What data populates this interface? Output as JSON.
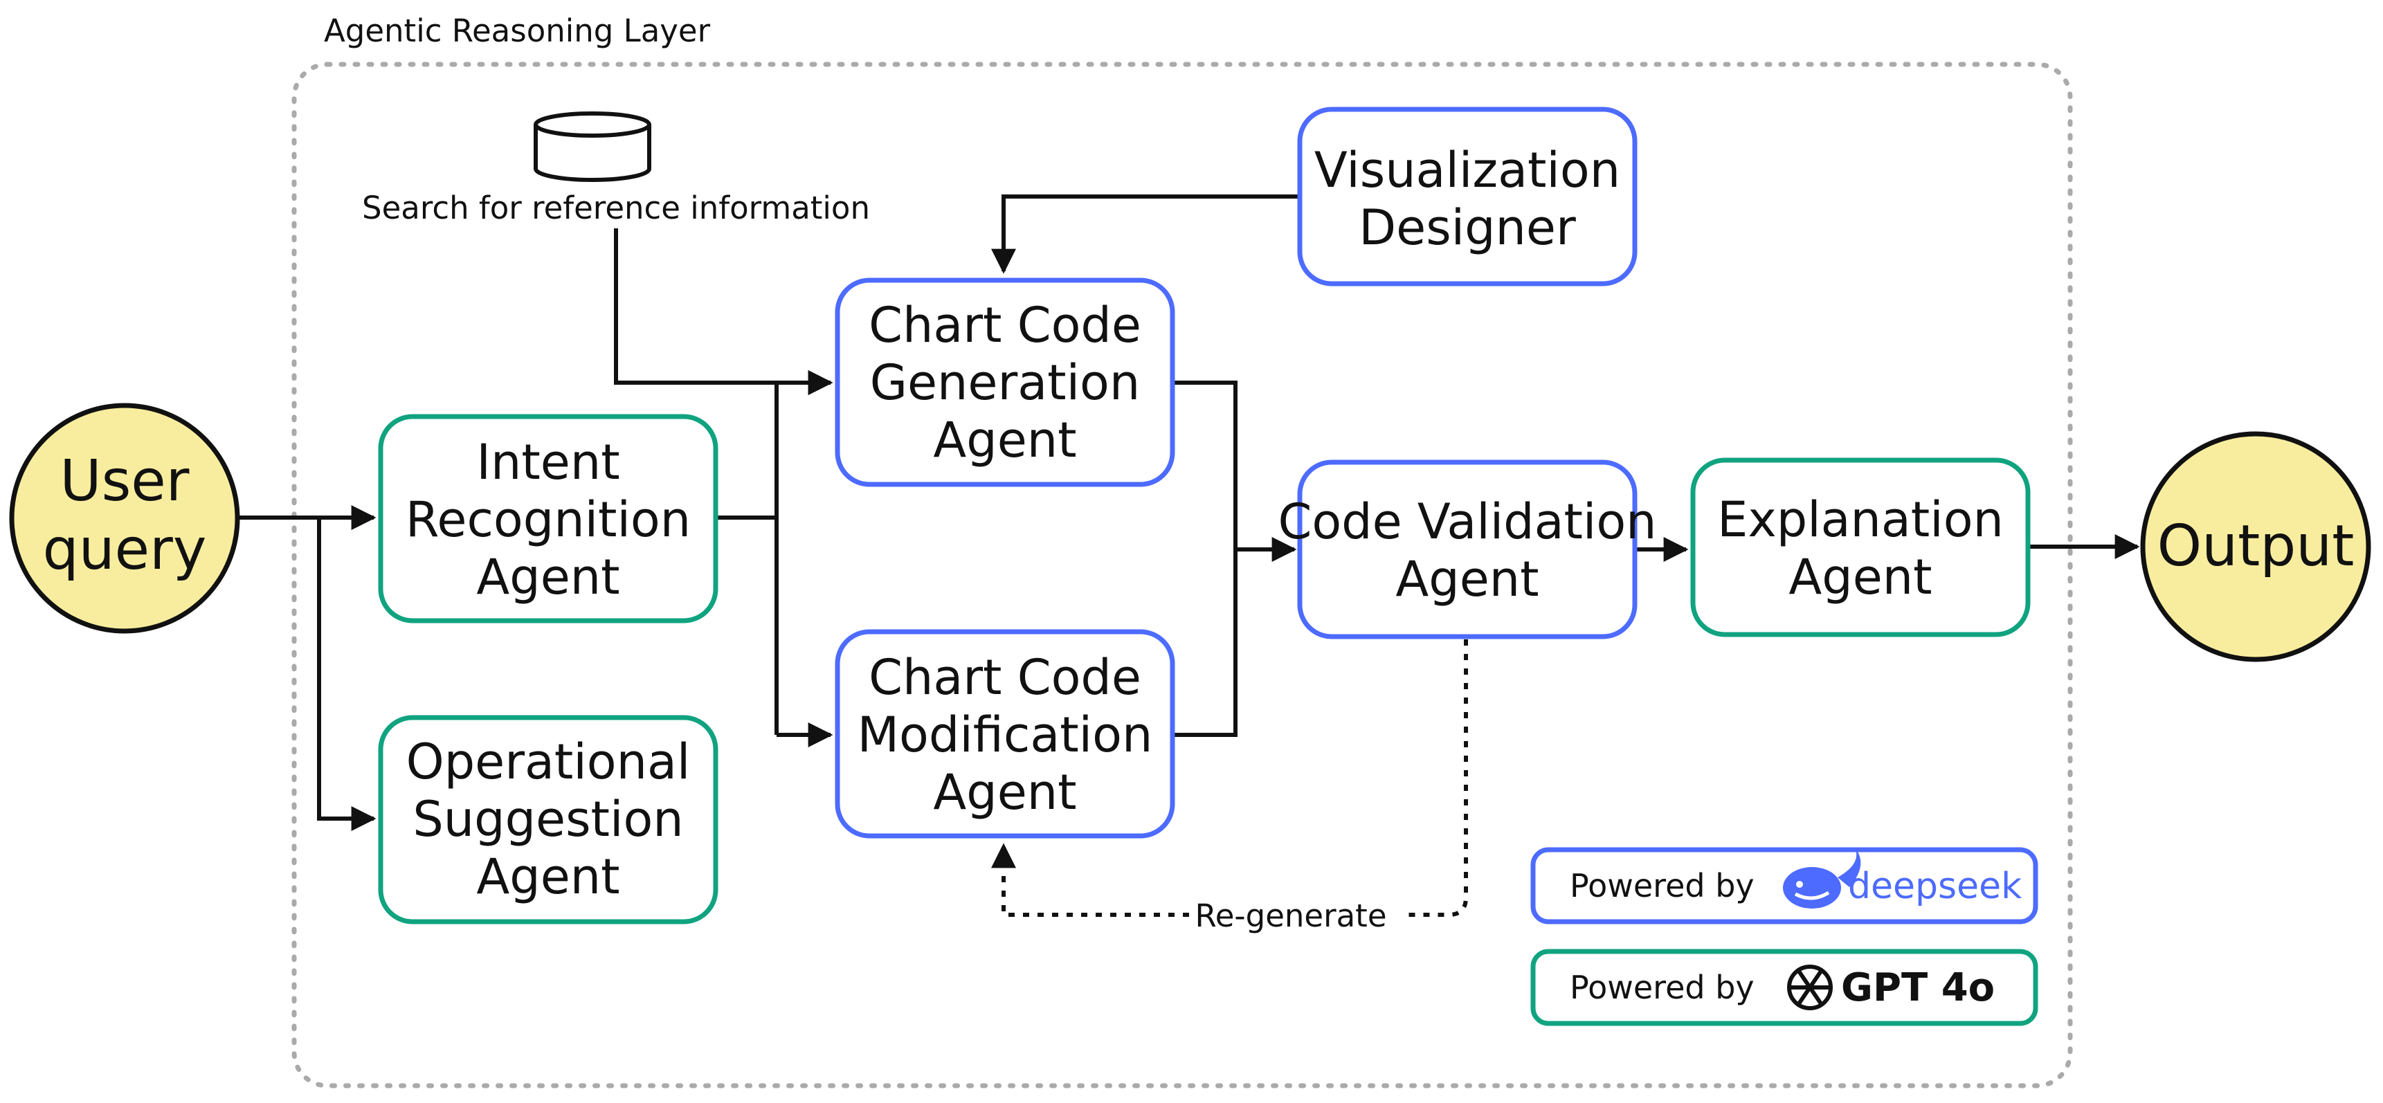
{
  "layer_label": "Agentic Reasoning Layer",
  "colors": {
    "deepseek_blue": "#4D6BFE",
    "gpt_green": "#10A37F",
    "circle_fill": "#F8ED9E",
    "line": "#111111",
    "dashed_border": "#AAAAAA"
  },
  "user_query": [
    "User",
    "query"
  ],
  "output": "Output",
  "database_label": "Search for reference information",
  "nodes": {
    "intent": [
      "Intent",
      "Recognition",
      "Agent"
    ],
    "operational": [
      "Operational",
      "Suggestion",
      "Agent"
    ],
    "generation": [
      "Chart Code",
      "Generation",
      "Agent"
    ],
    "modification": [
      "Chart Code",
      "Modification",
      "Agent"
    ],
    "designer": [
      "Visualization",
      "Designer"
    ],
    "validation": [
      "Code Validation",
      "Agent"
    ],
    "explanation": [
      "Explanation",
      "Agent"
    ]
  },
  "regenerate_label": "Re-generate",
  "legend": {
    "deepseek": {
      "prefix": "Powered by",
      "logo_text": "deepseek",
      "icon": "whale-icon"
    },
    "gpt": {
      "prefix": "Powered by",
      "logo_text": "GPT 4o",
      "icon": "openai-knot-icon"
    }
  }
}
